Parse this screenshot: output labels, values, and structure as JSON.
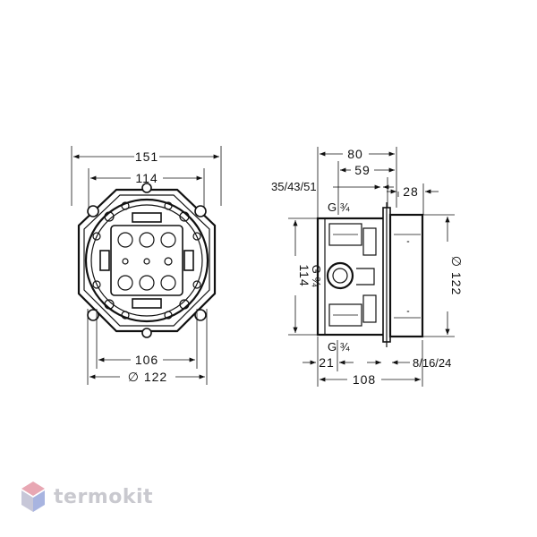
{
  "front_view": {
    "dim_overall_width": "151",
    "dim_inner_width": "114",
    "dim_bottom_width": "106",
    "dim_diameter": "∅ 122"
  },
  "side_view": {
    "dim_top_80": "80",
    "dim_top_59": "59",
    "dim_offsets": "35/43/51",
    "dim_28": "28",
    "dim_height": "114",
    "thread_left": "G ¾",
    "thread_top": "G ¾",
    "thread_bottom": "G ¾",
    "dim_diameter_right": "∅ 122",
    "dim_21": "21",
    "dim_8_16_24": "8/16/24",
    "dim_108": "108"
  },
  "watermark": {
    "brand": "termokit",
    "colors": {
      "logo_top": "#e8a7b3",
      "logo_mid": "#c7c7d8",
      "logo_bottom": "#a8b4e0"
    }
  }
}
